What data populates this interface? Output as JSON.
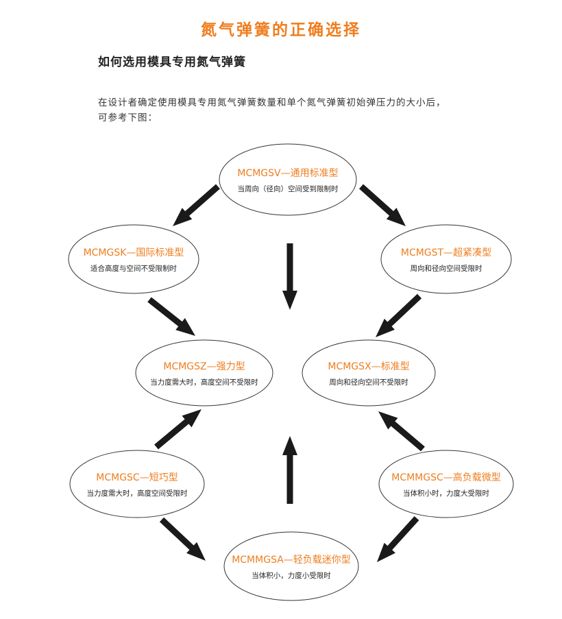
{
  "title": "氮气弹簧的正确选择",
  "subtitle": "如何选用模具专用氮气弹簧",
  "intro": [
    "在设计者确定使用模具专用氮气弹簧数量和单个氮气弹簧初始弹压力的大小后，",
    "可参考下图："
  ],
  "nodes": [
    {
      "id": "sv",
      "name": "MCMGSV—通用标准型",
      "desc": "当周向（径向）空间受到限制时"
    },
    {
      "id": "sk",
      "name": "MCMGSK—国际标准型",
      "desc": "适合高度与空间不受限制时"
    },
    {
      "id": "st",
      "name": "MCMGST—超紧凑型",
      "desc": "周向和径向空间受限时"
    },
    {
      "id": "sz",
      "name": "MCMGSZ—强力型",
      "desc": "当力度需大时，高度空间不受限时"
    },
    {
      "id": "sx",
      "name": "MCMGSX—标准型",
      "desc": "周向和径向空间不受限时"
    },
    {
      "id": "sc",
      "name": "MCMGSC—短巧型",
      "desc": "当力度需大时，高度空间受限时"
    },
    {
      "id": "mmgsc",
      "name": "MCMMGSC—高负载微型",
      "desc": "当体积小时，力度大受限时"
    },
    {
      "id": "sa",
      "name": "MCMMGSA—轻负载迷你型",
      "desc": "当体积小，力度小受限时"
    }
  ],
  "edges": [
    {
      "from": "sv",
      "to": "sk"
    },
    {
      "from": "sv",
      "to": "st"
    },
    {
      "from": "sv",
      "to": "center-down"
    },
    {
      "from": "sk",
      "to": "sz"
    },
    {
      "from": "st",
      "to": "sx"
    },
    {
      "from": "sc",
      "to": "sz"
    },
    {
      "from": "mmgsc",
      "to": "sx"
    },
    {
      "from": "sa",
      "to": "center-up"
    },
    {
      "from": "sc",
      "to": "sa"
    },
    {
      "from": "mmgsc",
      "to": "sa"
    }
  ],
  "colors": {
    "accent": "#ef7d1e",
    "arrow": "#1a1a1a"
  }
}
